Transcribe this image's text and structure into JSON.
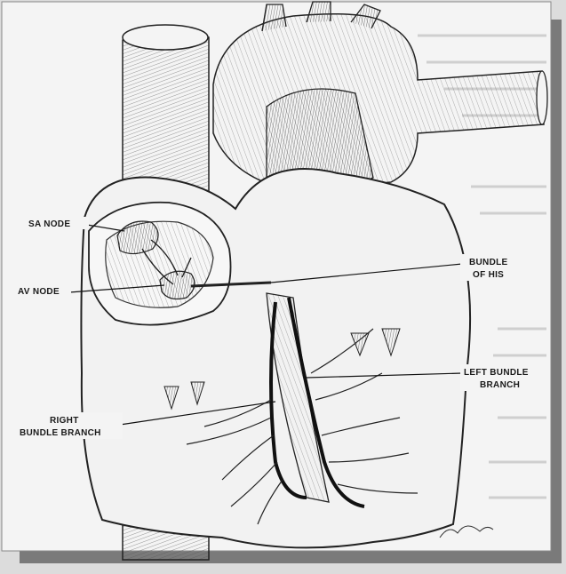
{
  "labels": {
    "sa_node": "SA NODE",
    "av_node": "AV NODE",
    "bundle_his_1": "BUNDLE",
    "bundle_his_2": "OF HIS",
    "left_bundle_1": "LEFT BUNDLE",
    "left_bundle_2": "BRANCH",
    "right_bundle_1": "RIGHT",
    "right_bundle_2": "BUNDLE BRANCH"
  },
  "colors": {
    "paper": "#f4f4f4",
    "ink": "#1a1a1a",
    "shadow": "#7a7a7a",
    "backdrop": "#dcdcdc"
  }
}
